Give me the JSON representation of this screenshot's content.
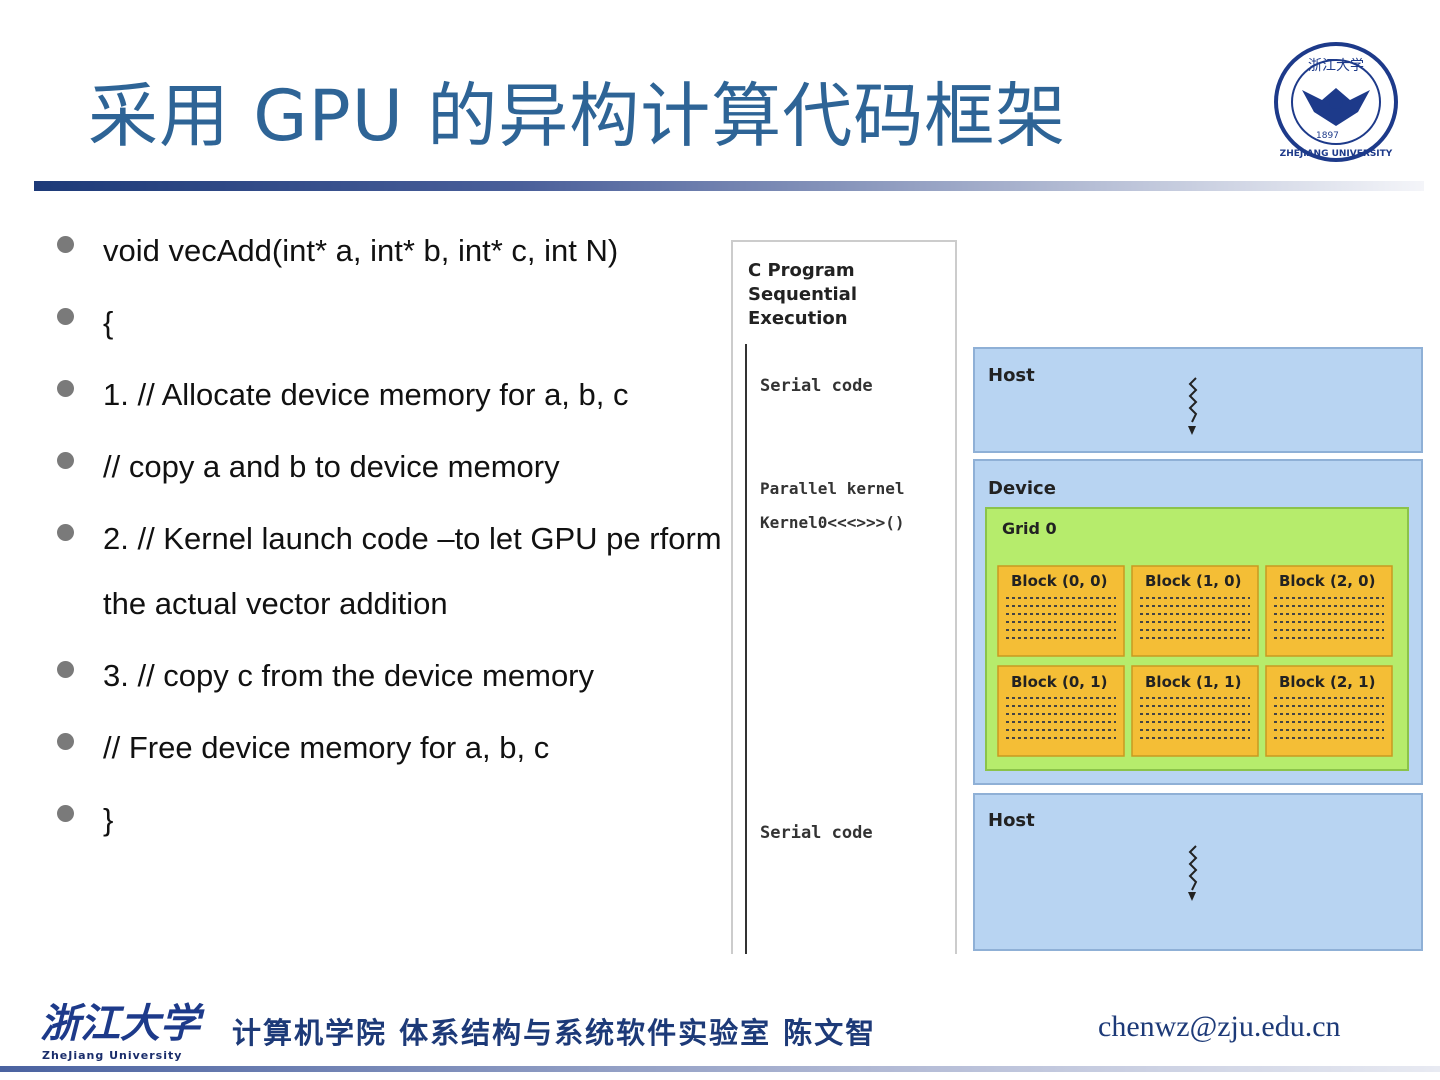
{
  "slide": {
    "title": "采用 GPU 的异构计算代码框架",
    "bullets": [
      "void vecAdd(int* a, int* b, int* c, int N)",
      "{",
      "1. // Allocate device memory for a, b, c",
      "// copy a and b to device memory",
      "2. // Kernel launch code –to let GPU pe rform the actual vector addition",
      "3. // copy c from the device memory",
      "// Free device memory for a, b, c",
      "}"
    ]
  },
  "logo": {
    "seal_text": "ZHEJIANG UNIVERSITY",
    "seal_year": "1897",
    "seal_cn": "浙江大学"
  },
  "diagram": {
    "program_title": [
      "C Program",
      "Sequential",
      "Execution"
    ],
    "serial_code_1": "Serial code",
    "parallel_kernel": "Parallel kernel",
    "kernel_call": "Kernel0<<<>>>()",
    "serial_code_2": "Serial code",
    "host_label_1": "Host",
    "device_label": "Device",
    "grid_label": "Grid 0",
    "blocks": [
      "Block (0, 0)",
      "Block (1, 0)",
      "Block (2, 0)",
      "Block (0, 1)",
      "Block (1, 1)",
      "Block (2, 1)"
    ],
    "host_label_2": "Host",
    "colors": {
      "host_bg": "#b8d4f2",
      "grid_bg": "#b6ec6c",
      "block_bg": "#f4be36"
    }
  },
  "footer": {
    "logo_cn": "浙江大学",
    "logo_en": "ZheJiang University",
    "text": "计算机学院 体系结构与系统软件实验室 陈文智",
    "email": "chenwz@zju.edu.cn"
  }
}
